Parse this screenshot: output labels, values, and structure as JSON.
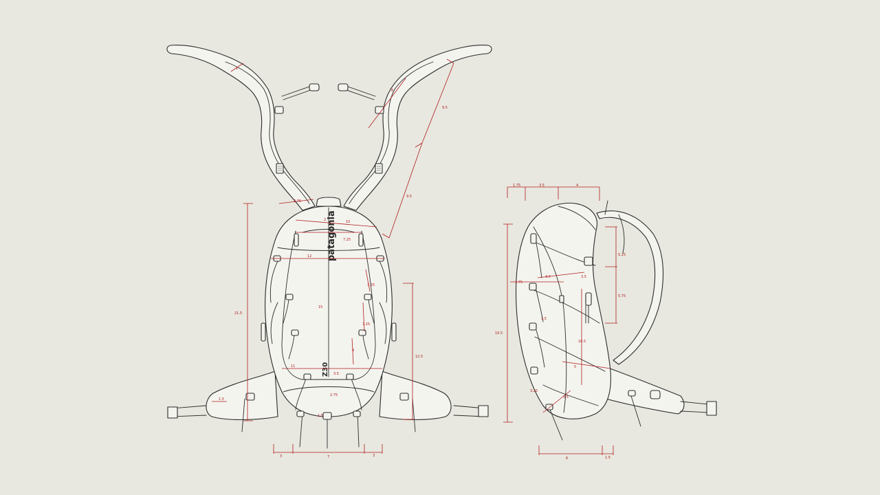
{
  "background": "#e8e8e0",
  "line_color": "#2a2a2a",
  "dimension_color": "#b01c1c",
  "front_view": {
    "logo": "patagonia",
    "model_label": "Z30",
    "dimensions": {
      "shoulder_pad_width": "1",
      "shoulder_strap_len": "8",
      "strap_upper": "9.5",
      "strap_lower": "9.5",
      "sternum": "2.75",
      "top_width": "10",
      "top_small": "2",
      "lid": "7.25",
      "body_width": "12",
      "total_height": "21.5",
      "center_height": "15",
      "side_upper": "3.25",
      "side_mid": "3.25",
      "side_low": "4",
      "side_panel_height": "12.5",
      "lower_width": "11",
      "lower_small": "3.5",
      "bottom_pocket": "2.75",
      "bottom_strap": "1.5",
      "hipbelt": "1.5",
      "base_left": "3",
      "base_center": "7",
      "base_right": "3"
    }
  },
  "side_view": {
    "dimensions": {
      "top_a": "1.75",
      "top_b": "3.5",
      "top_c": "4",
      "harness_upper": "5.25",
      "harness_lower": "5.75",
      "total_height": "19.5",
      "front_a": "1.75",
      "front_b": "3.5",
      "front_c": "3.5",
      "front_d": "3.5",
      "depth": "10.5",
      "lower_a": "5",
      "lower_b": "3.5",
      "bottom_curve": "3.25",
      "base_depth": "6",
      "base_small": "1.5"
    }
  }
}
